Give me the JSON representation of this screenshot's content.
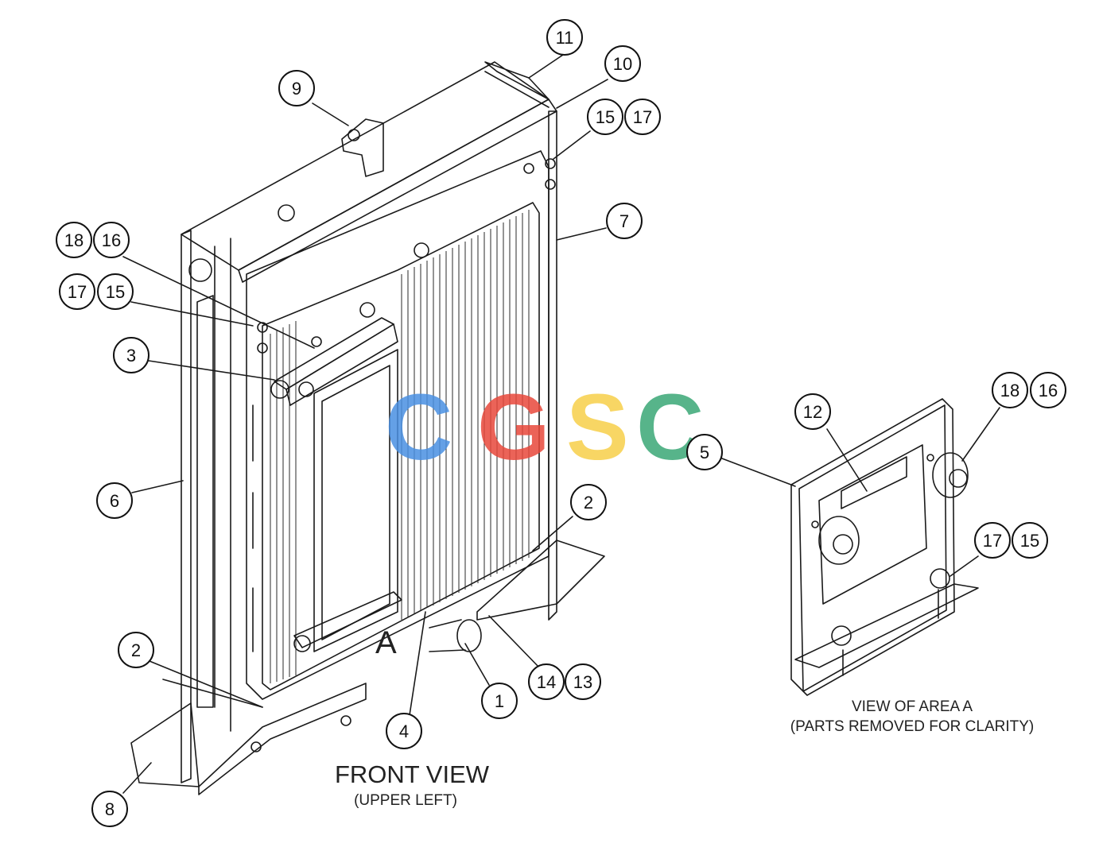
{
  "diagram": {
    "callouts": [
      "1",
      "2",
      "2",
      "3",
      "4",
      "5",
      "6",
      "7",
      "8",
      "9",
      "10",
      "11",
      "12",
      "13",
      "14",
      "15",
      "15",
      "15",
      "16",
      "16",
      "17",
      "17",
      "17",
      "18",
      "18"
    ],
    "area_marker": "A",
    "front_view": {
      "title": "FRONT VIEW",
      "subtitle": "(UPPER LEFT)"
    },
    "detail_view": {
      "title": "VIEW OF AREA A",
      "subtitle": "(PARTS REMOVED FOR CLARITY)"
    },
    "watermark": {
      "text": "CGSC",
      "colors": [
        "#4a90e2",
        "#e8483b",
        "#f7d04a",
        "#3aa876"
      ]
    }
  }
}
